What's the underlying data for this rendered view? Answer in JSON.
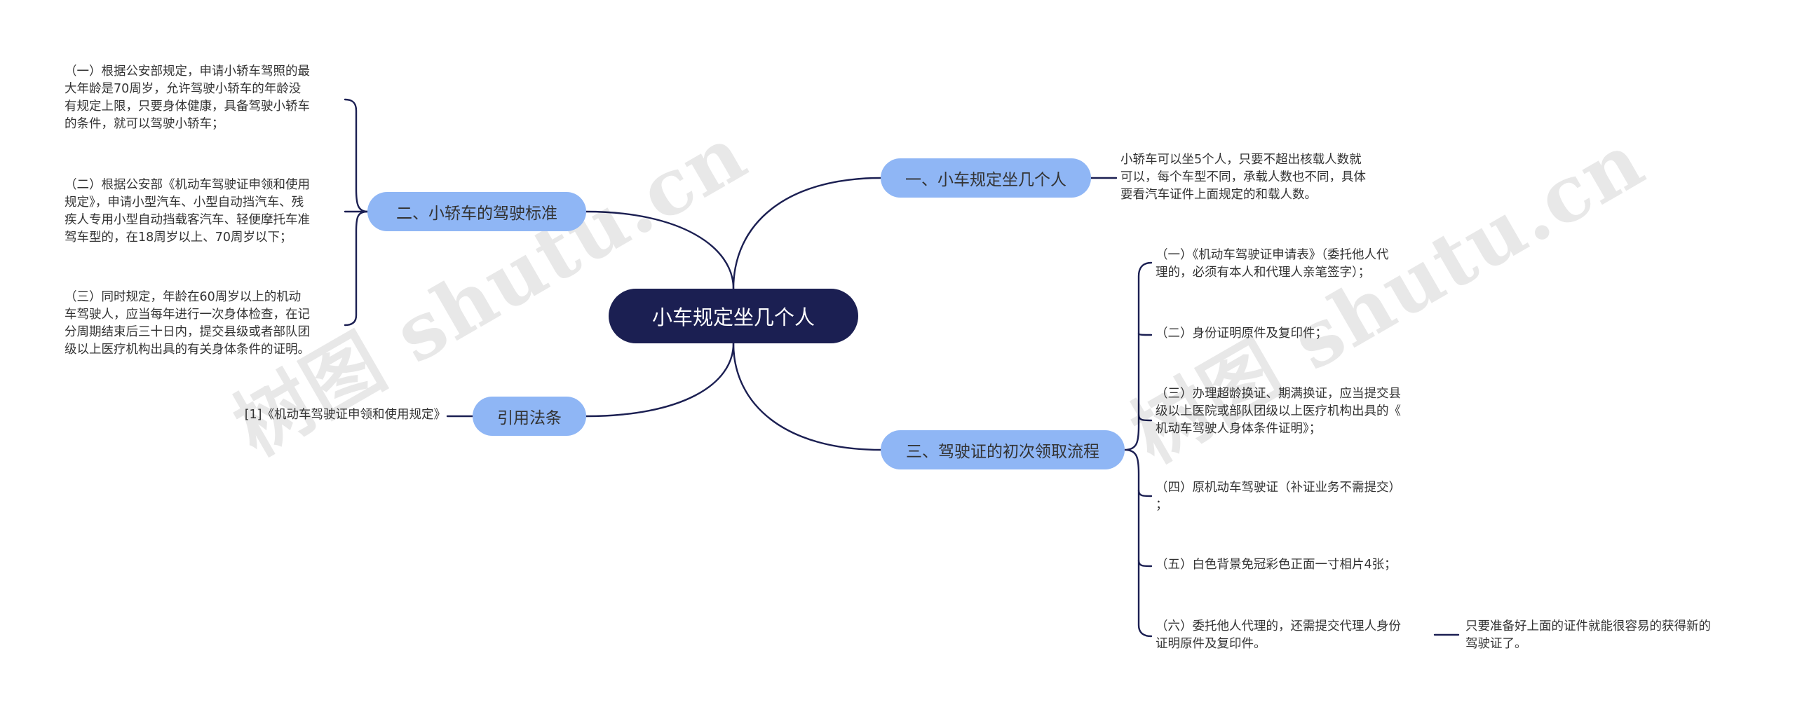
{
  "root": {
    "label": "小车规定坐几个人"
  },
  "branches": {
    "b1": {
      "label": "一、小车规定坐几个人"
    },
    "b2": {
      "label": "二、小轿车的驾驶标准"
    },
    "b3": {
      "label": "三、驾驶证的初次领取流程"
    },
    "b4": {
      "label": "引用法条"
    }
  },
  "leaves": {
    "b1_1": "小轿车可以坐5个人，只要不超出核载人数就\n可以，每个车型不同，承载人数也不同，具体\n要看汽车证件上面规定的和载人数。",
    "b2_1": "（一）根据公安部规定，申请小轿车驾照的最\n大年龄是70周岁，允许驾驶小轿车的年龄没\n有规定上限，只要身体健康，具备驾驶小轿车\n的条件，就可以驾驶小轿车；",
    "b2_2": "（二）根据公安部《机动车驾驶证申领和使用\n规定》，申请小型汽车、小型自动挡汽车、残\n疾人专用小型自动挡载客汽车、轻便摩托车准\n驾车型的，在18周岁以上、70周岁以下；",
    "b2_3": "（三）同时规定，年龄在60周岁以上的机动\n车驾驶人，应当每年进行一次身体检查，在记\n分周期结束后三十日内，提交县级或者部队团\n级以上医疗机构出具的有关身体条件的证明。",
    "b3_1": "（一）《机动车驾驶证申请表》（委托他人代\n理的，必须有本人和代理人亲笔签字）；",
    "b3_2": "（二）身份证明原件及复印件；",
    "b3_3": "（三）办理超龄换证、期满换证，应当提交县\n级以上医院或部队团级以上医疗机构出具的《\n机动车驾驶人身体条件证明》；",
    "b3_4": "（四）原机动车驾驶证（补证业务不需提交）\n；",
    "b3_5": "（五）白色背景免冠彩色正面一寸相片4张；",
    "b3_6": "（六）委托他人代理的，还需提交代理人身份\n证明原件及复印件。",
    "b3_6_1": "只要准备好上面的证件就能很容易的获得新的\n驾驶证了。",
    "b4_1": "[1]《机动车驾驶证申领和使用规定》"
  },
  "watermark": "树图 shutu.cn",
  "colors": {
    "root_fill": "#1b1f52",
    "branch_fill": "#8fb6f5",
    "line": "#1b1f52",
    "text": "#333333"
  }
}
